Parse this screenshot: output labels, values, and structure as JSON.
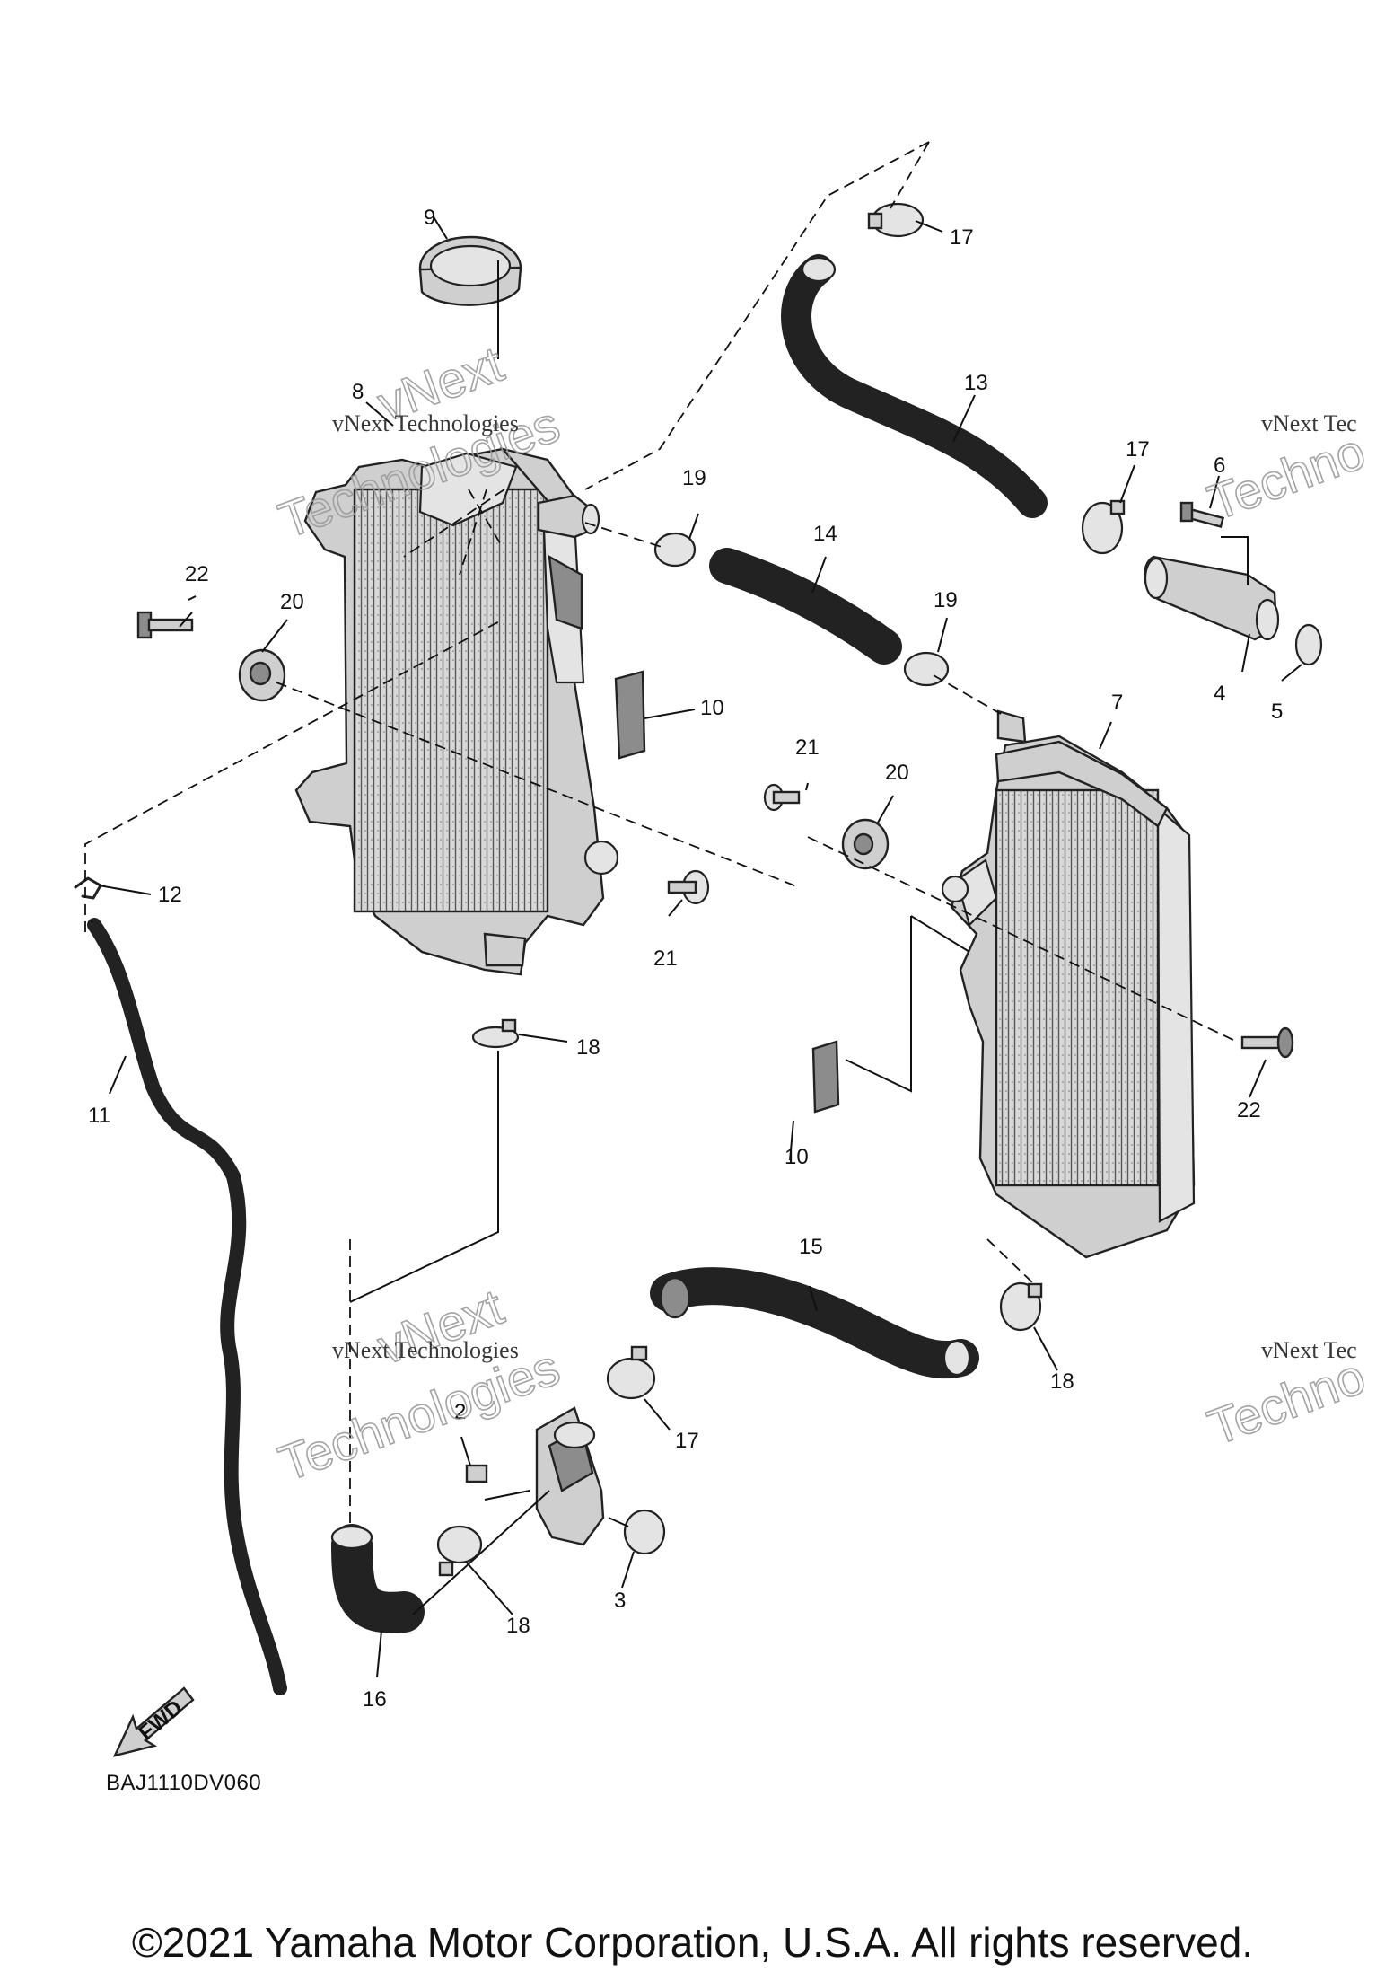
{
  "callouts": {
    "c2": "2",
    "c3": "3",
    "c4": "4",
    "c5": "5",
    "c6": "6",
    "c7": "7",
    "c8": "8",
    "c9": "9",
    "c10a": "10",
    "c10b": "10",
    "c11": "11",
    "c12": "12",
    "c13": "13",
    "c14": "14",
    "c15": "15",
    "c16": "16",
    "c17a": "17",
    "c17b": "17",
    "c17c": "17",
    "c18a": "18",
    "c18b": "18",
    "c18c": "18",
    "c19a": "19",
    "c19b": "19",
    "c20a": "20",
    "c20b": "20",
    "c21a": "21",
    "c21b": "21",
    "c22a": "22",
    "c22b": "22"
  },
  "watermark": {
    "line1": "vNext Technologies",
    "word_top": "vNext",
    "word_bottom": "Technologies",
    "partial_right": "vNext Tec",
    "partial_right_bottom": "Techno"
  },
  "fwd_label": "FWD",
  "reference_code": "BAJ1110DV060",
  "copyright": "©2021 Yamaha Motor Corporation, U.S.A. All rights reserved."
}
